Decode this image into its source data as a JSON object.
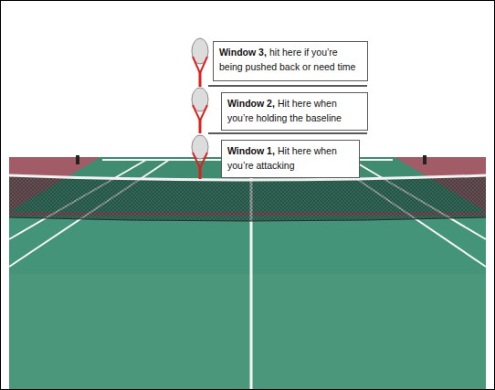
{
  "diagram": {
    "nodes": [
      {
        "text": [
          "Window 3,",
          "hit here if you’re being pushed back or need time"
        ]
      },
      {
        "text": [
          "Window 2,",
          "Hit here when you’re holding the baseline"
        ]
      },
      {
        "text": [
          "Window 1,",
          "Hit here when you’re attacking"
        ]
      }
    ]
  }
}
